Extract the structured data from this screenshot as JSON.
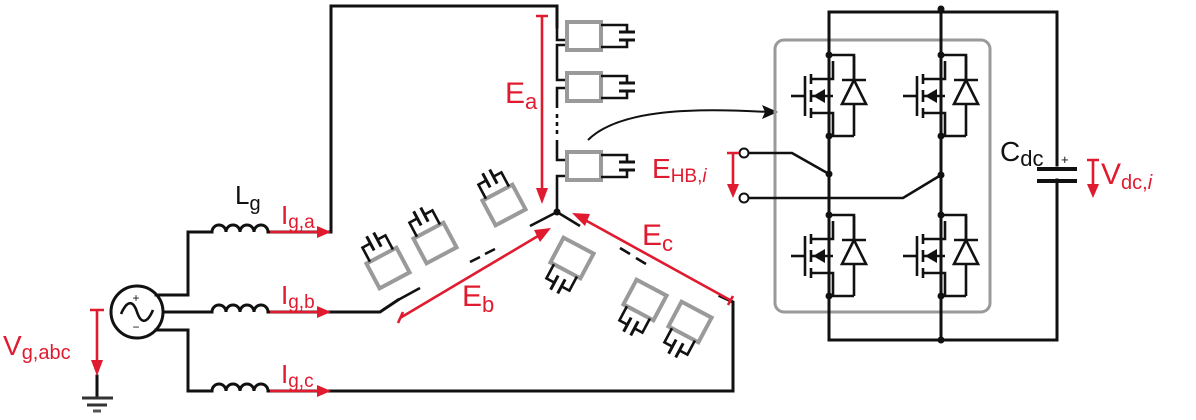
{
  "diagram": {
    "title": "Delta-connected modular multilevel converter with full-bridge submodule detail",
    "colors": {
      "wire": "#111111",
      "annotation": "#e01b2f",
      "submodule_box": "#9a9a9a"
    },
    "source": {
      "label_main": "V",
      "label_sub": "g,abc",
      "plus": "+",
      "minus": "−"
    },
    "inductor": {
      "label_main": "L",
      "label_sub": "g"
    },
    "currents": [
      {
        "label_main": "I",
        "label_sub": "g,a"
      },
      {
        "label_main": "I",
        "label_sub": "g,b"
      },
      {
        "label_main": "I",
        "label_sub": "g,c"
      }
    ],
    "arms": [
      {
        "label_main": "E",
        "label_sub": "a"
      },
      {
        "label_main": "E",
        "label_sub": "b"
      },
      {
        "label_main": "E",
        "label_sub": "c"
      }
    ],
    "submodule": {
      "terminal_voltage": {
        "label_main": "E",
        "label_sub": "HB,",
        "label_index": "i"
      },
      "capacitor": {
        "label_main": "C",
        "label_sub": "dc",
        "plus": "+"
      },
      "dc_voltage": {
        "label_main": "V",
        "label_sub": "dc,",
        "label_index": "i"
      }
    },
    "cell_capacitor_plus": "+"
  }
}
